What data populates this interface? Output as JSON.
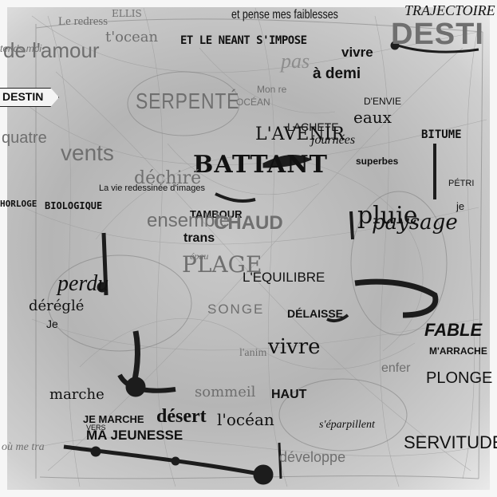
{
  "words": {
    "le_redress": "Le redress",
    "ellis_top": "ELLIS",
    "t_ocean": "t'ocean",
    "pense": "et pense mes faiblesses",
    "trajectoire": "TRAJECTOIRE",
    "destin_big": "DESTI",
    "tends_moi": "tends moi",
    "de_lamour": "de l'amour",
    "neant": "ET LE NEANT S'IMPOSE",
    "pas": "pas",
    "vivre": "vivre",
    "a_demi": "à demi",
    "mon_re": "Mon re",
    "destin_sign": "DESTIN",
    "serpent": "SERPENTÉ",
    "ocean_cap": "OCÉAN",
    "denvie": "D'ENVIE",
    "eaux": "eaux",
    "lachete": "LACHETE",
    "avenir": "L'AVENIR",
    "journees": "journées",
    "bitume": "BITUME",
    "quatre": "quatre",
    "vents": "vents",
    "battant": "BATTANT",
    "superbes": "superbes",
    "dechire": "déchiré",
    "viende": "La vie redessinée d'images",
    "petri": "PÉTRI",
    "horloge": "HORLOGE",
    "biologique": "BIOLOGIQUE",
    "je_right": "je",
    "tambour": "TAMBOUR",
    "chaud": "CHAUD",
    "pluie": "pluie",
    "paysage": "paysage",
    "ensemble": "ensemble",
    "trans": "trans",
    "epau": "épau",
    "plage": "PLAGE",
    "perdu": "perdu",
    "equilibre": "L'EQUILIBRE",
    "deregle": "déréglé",
    "songe": "SONGE",
    "delaisse": "DÉLAISSE",
    "je_left": "Je",
    "fable": "FABLE",
    "vivre_mid": "vivre",
    "lanim": "l'anim",
    "marrache": "M'ARRACHE",
    "plonge": "PLONGE",
    "enfer": "enfer",
    "marche": "marche",
    "sommeil": "sommeil",
    "haut": "HAUT",
    "jemarche": "JE MARCHE",
    "vers": "VERS",
    "ma_jeunesse": "MA JEUNESSE",
    "locean": "l'océan",
    "separpillent": "s'éparpillent",
    "servitude": "SERVITUDE",
    "ou_me_tra": "où me tra",
    "developpe": "développe",
    "deserte": "désert"
  },
  "colors": {
    "background": "#bdbdbd",
    "ink": "#1a1a1a",
    "paper": "#f2f2f2"
  }
}
